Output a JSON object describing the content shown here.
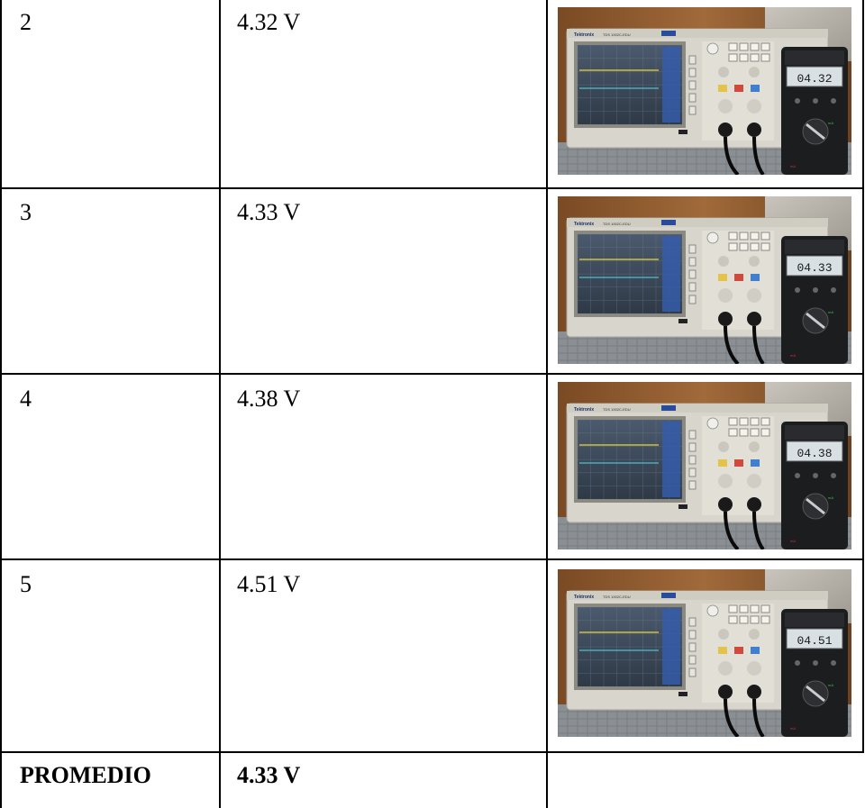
{
  "table": {
    "rows": [
      {
        "index": "2",
        "voltage": "4.32 V",
        "photo": {
          "meter_reading": "04.32"
        }
      },
      {
        "index": "3",
        "voltage": "4.33 V",
        "photo": {
          "meter_reading": "04.33"
        }
      },
      {
        "index": "4",
        "voltage": "4.38 V",
        "photo": {
          "meter_reading": "04.38"
        }
      },
      {
        "index": "5",
        "voltage": "4.51 V",
        "photo": {
          "meter_reading": "04.51"
        }
      }
    ],
    "summary": {
      "label": "PROMEDIO",
      "value": "4.33 V"
    }
  },
  "photo_labels": {
    "scope_brand": "Tektronix",
    "scope_model": "TDS 1002C-EDU"
  }
}
